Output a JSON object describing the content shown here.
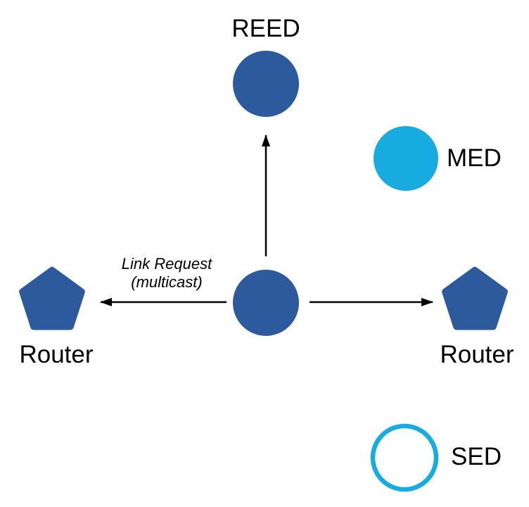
{
  "colors": {
    "node_blue": "#2d5a9c",
    "node_cyan": "#17abdf",
    "arrow": "#000000"
  },
  "nodes": {
    "reed": {
      "label": "REED"
    },
    "med": {
      "label": "MED"
    },
    "router_left": {
      "label": "Router"
    },
    "router_right": {
      "label": "Router"
    },
    "sed": {
      "label": "SED"
    }
  },
  "annotation": {
    "line1": "Link Request",
    "line2": "(multicast)"
  }
}
